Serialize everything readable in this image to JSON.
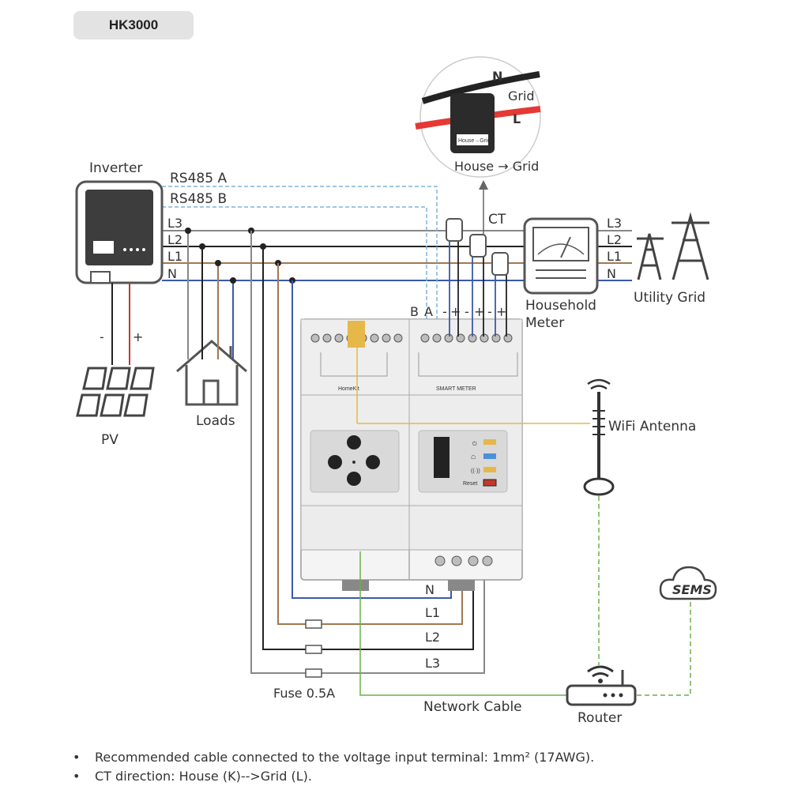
{
  "model": "HK3000",
  "labels": {
    "inverter": "Inverter",
    "rs485a": "RS485 A",
    "rs485b": "RS485 B",
    "l3": "L3",
    "l2": "L2",
    "l1": "L1",
    "n": "N",
    "pv": "PV",
    "pv_minus": "-",
    "pv_plus": "+",
    "loads": "Loads",
    "ct": "CT",
    "household_meter_1": "Household",
    "household_meter_2": "Meter",
    "utility_grid": "Utility Grid",
    "terminal_labels": [
      "B",
      "A",
      "-",
      "+",
      "-",
      "+",
      "-",
      "+"
    ],
    "homekit": "HomeKit",
    "smart_meter": "SMART METER",
    "reset": "Reset",
    "wifi_antenna": "WiFi Antenna",
    "sems": "SEMS",
    "router": "Router",
    "network_cable": "Network Cable",
    "fuse": "Fuse 0.5A",
    "bottom_n": "N",
    "bottom_l1": "L1",
    "bottom_l2": "L2",
    "bottom_l3": "L3"
  },
  "ct_callout": {
    "n": "N",
    "grid": "Grid",
    "l": "L",
    "clamp_tag": "House→Grid",
    "direction": "House → Grid"
  },
  "notes": [
    "Recommended cable connected to the voltage input terminal: 1mm² (17AWG).",
    "CT direction: House (K)-->Grid (L)."
  ],
  "colors": {
    "l3": "#888888",
    "l2": "#222222",
    "l1": "#a07850",
    "n": "#3a5aa8",
    "rs485": "#7fb3dc",
    "network": "#6ab04c",
    "antenna": "#e6b84a",
    "pv_plus": "#c0392b",
    "pv_minus": "#222222"
  }
}
